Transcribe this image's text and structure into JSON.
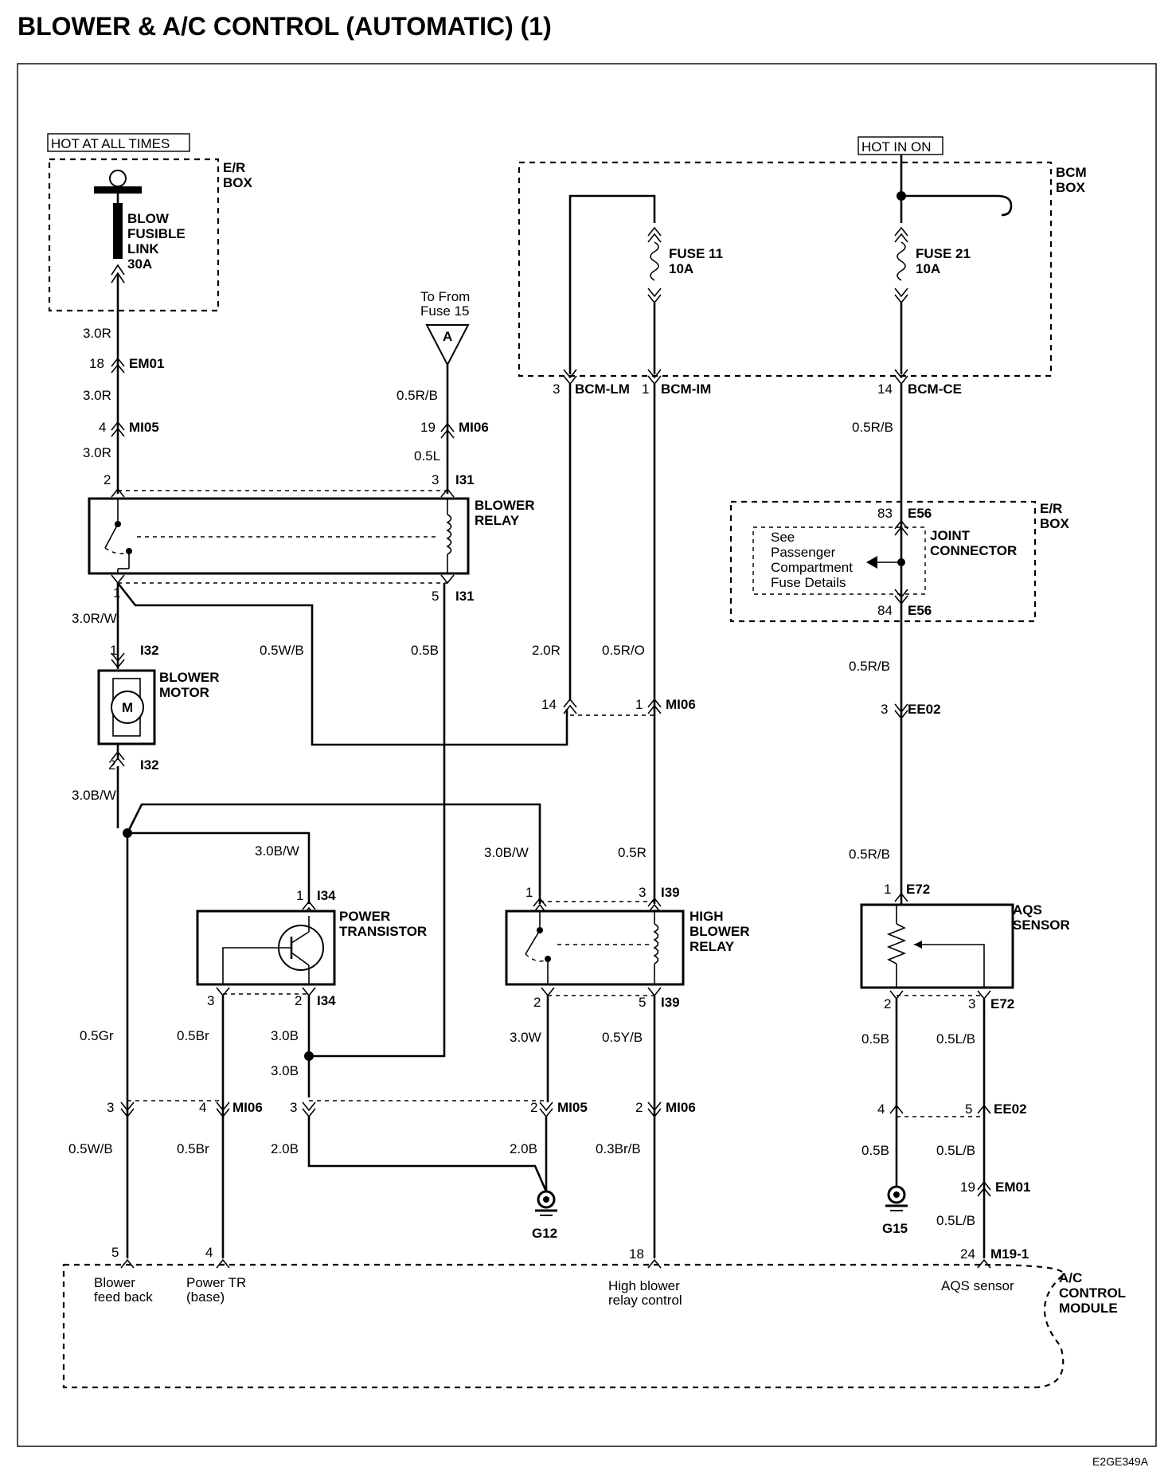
{
  "title": "BLOWER & A/C CONTROL (AUTOMATIC) (1)",
  "code": "E2GE349A",
  "power": {
    "hot_all": "HOT AT ALL TIMES",
    "hot_on": "HOT IN ON"
  },
  "er_box": [
    "E/R",
    "BOX"
  ],
  "bcm_box": [
    "BCM",
    "BOX"
  ],
  "fusible_link": [
    "BLOW",
    "FUSIBLE",
    "LINK",
    "30A"
  ],
  "fuse11": [
    "FUSE 11",
    "10A"
  ],
  "fuse21": [
    "FUSE 21",
    "10A"
  ],
  "to_from": [
    "To From",
    "Fuse 15"
  ],
  "connector_a": "A",
  "bcm_pins": {
    "lm_pin": "3",
    "lm": "BCM-LM",
    "im_pin": "1",
    "im": "BCM-IM",
    "ce_pin": "14",
    "ce": "BCM-CE"
  },
  "components": {
    "blower_relay": [
      "BLOWER",
      "RELAY"
    ],
    "blower_motor": [
      "BLOWER",
      "MOTOR"
    ],
    "motor_symbol": "M",
    "power_transistor": [
      "POWER",
      "TRANSISTOR"
    ],
    "high_relay": [
      "HIGH",
      "BLOWER",
      "RELAY"
    ],
    "aqs": [
      "AQS",
      "SENSOR"
    ],
    "joint": [
      "JOINT",
      "CONNECTOR"
    ],
    "see_note": [
      "See",
      "Passenger",
      "Compartment",
      "Fuse Details"
    ],
    "ac_module": [
      "A/C",
      "CONTROL",
      "MODULE"
    ]
  },
  "module_labels": {
    "feed": [
      "Blower",
      "feed back"
    ],
    "ptr": [
      "Power TR",
      "(base)"
    ],
    "hbr": [
      "High blower",
      "relay control"
    ],
    "aqs": "AQS sensor"
  },
  "grounds": {
    "g12": "G12",
    "g15": "G15"
  },
  "connectors": {
    "em01": "EM01",
    "mi05": "MI05",
    "mi06": "MI06",
    "i31": "I31",
    "i32": "I32",
    "i34": "I34",
    "i39": "I39",
    "e56": "E56",
    "ee02": "EE02",
    "e72": "E72",
    "m19": "M19-1"
  },
  "wires": {
    "w3r": "3.0R",
    "w05rb": "0.5R/B",
    "w05l": "0.5L",
    "w30rw": "3.0R/W",
    "w05wb": "0.5W/B",
    "w05b": "0.5B",
    "w20r": "2.0R",
    "w05ro": "0.5R/O",
    "w30bw": "3.0B/W",
    "w05r": "0.5R",
    "w05gr": "0.5Gr",
    "w05br": "0.5Br",
    "w30b": "3.0B",
    "w30w": "3.0W",
    "w05yb": "0.5Y/B",
    "w05lb": "0.5L/B",
    "w20b": "2.0B",
    "w03brb": "0.3Br/B"
  },
  "pins": {
    "p18": "18",
    "p4": "4",
    "p19": "19",
    "p2": "2",
    "p3": "3",
    "p1": "1",
    "p5": "5",
    "p14": "14",
    "p83": "83",
    "p84": "84",
    "p24": "24"
  }
}
